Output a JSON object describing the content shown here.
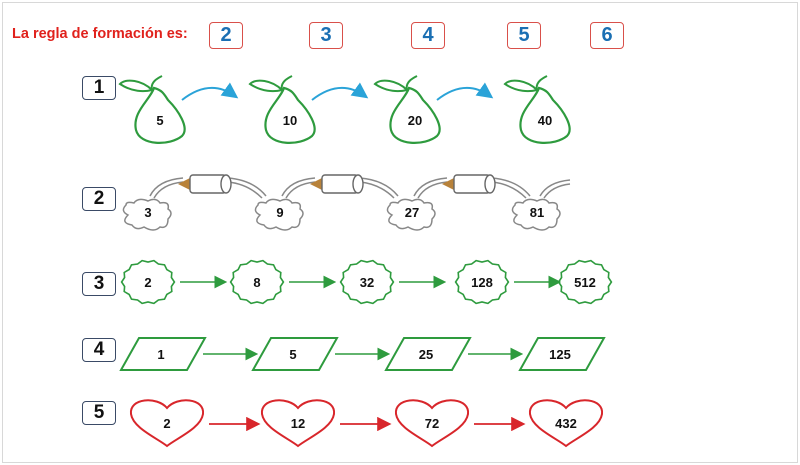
{
  "header": {
    "title": "La regla de formación es:",
    "rules": [
      "2",
      "3",
      "4",
      "5",
      "6"
    ]
  },
  "colors": {
    "title": "#e0211c",
    "rule_number": "#1a6fb3",
    "pear": "#2e9b3e",
    "arrow_blue": "#2aa3d8",
    "green": "#2e9b3e",
    "red": "#d8262b",
    "grey": "#888888"
  },
  "rows": [
    {
      "label": "1",
      "shape": "pear-icon",
      "values": [
        "5",
        "10",
        "20",
        "40"
      ]
    },
    {
      "label": "2",
      "shape": "cloud-blob-icon",
      "values": [
        "3",
        "9",
        "27",
        "81"
      ]
    },
    {
      "label": "3",
      "shape": "scalloped-circle-icon",
      "values": [
        "2",
        "8",
        "32",
        "128",
        "512"
      ]
    },
    {
      "label": "4",
      "shape": "parallelogram-icon",
      "values": [
        "1",
        "5",
        "25",
        "125"
      ]
    },
    {
      "label": "5",
      "shape": "heart-icon",
      "values": [
        "2",
        "12",
        "72",
        "432"
      ]
    }
  ]
}
